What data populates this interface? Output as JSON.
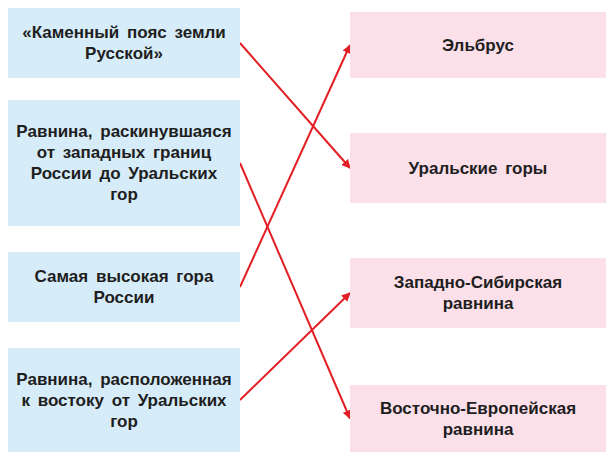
{
  "diagram": {
    "nodes": [
      {
        "text": [
          "«Каменный пояс земли Русской»"
        ]
      },
      {
        "text": [
          "Равнина, раскинувшаяся от западных границ России до Уральских гор"
        ]
      },
      {
        "text": [
          "Самая высокая гора России"
        ]
      },
      {
        "text": [
          "Равнина, расположенная к востоку от Уральских гор"
        ]
      },
      {
        "text": [
          "Эльбрус"
        ]
      },
      {
        "text": [
          "Уральские горы"
        ]
      },
      {
        "text": [
          "Западно-Сибирская равнина"
        ]
      },
      {
        "text": [
          "Восточно-Европейская равнина"
        ]
      }
    ],
    "edges": [
      {
        "from": 0,
        "to": 5,
        "arrow": "to"
      },
      {
        "from": 1,
        "to": 7,
        "arrow": "to"
      },
      {
        "from": 2,
        "to": 4,
        "arrow": "to"
      },
      {
        "from": 3,
        "to": 6,
        "arrow": "to"
      }
    ]
  }
}
